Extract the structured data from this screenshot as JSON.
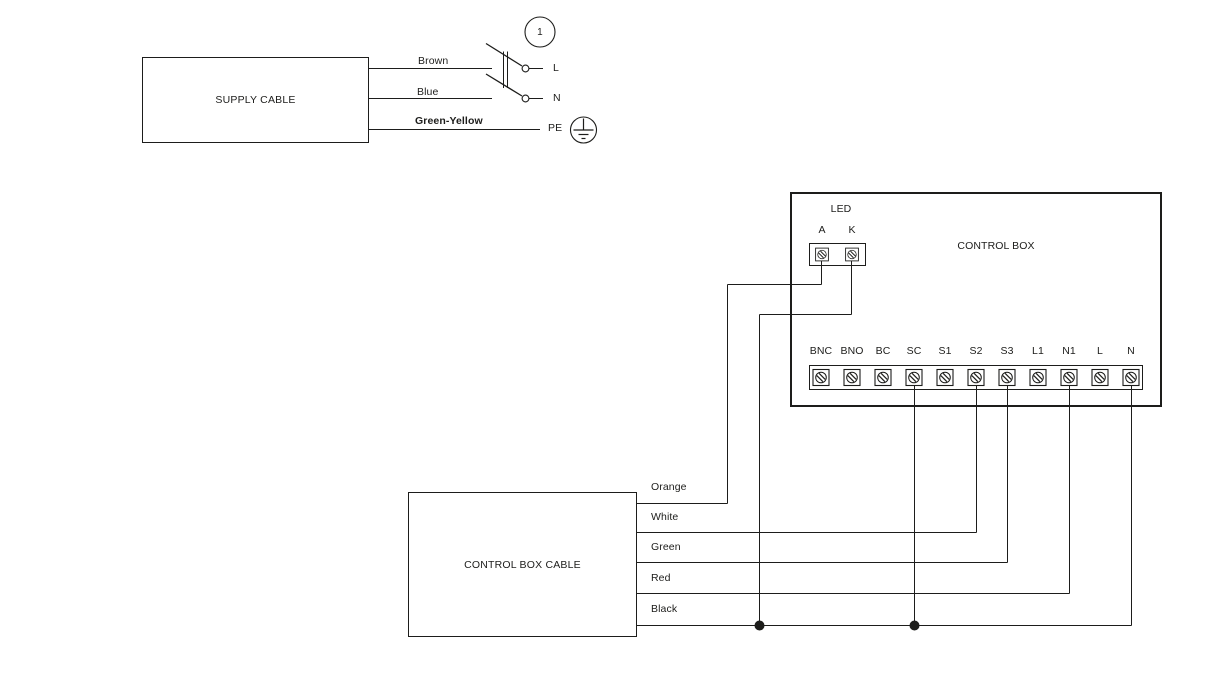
{
  "colors": {
    "line": "#1d1d1b",
    "background": "#ffffff"
  },
  "supply_cable": {
    "title": "SUPPLY CABLE",
    "wires": [
      "Brown",
      "Blue",
      "Green-Yellow"
    ]
  },
  "switch": {
    "ref": "1",
    "terminals": [
      "L",
      "N",
      "PE"
    ]
  },
  "control_box": {
    "title": "CONTROL BOX",
    "led": {
      "title": "LED",
      "terminals": [
        "A",
        "K"
      ]
    },
    "terminals": [
      "BNC",
      "BNO",
      "BC",
      "SC",
      "S1",
      "S2",
      "S3",
      "L1",
      "N1",
      "L",
      "N"
    ]
  },
  "control_box_cable": {
    "title": "CONTROL BOX CABLE",
    "wires": [
      "Orange",
      "White",
      "Green",
      "Red",
      "Black"
    ]
  },
  "connections": [
    {
      "wire": "Brown",
      "from": "SUPPLY CABLE",
      "to": "L via double-pole switch 1"
    },
    {
      "wire": "Blue",
      "from": "SUPPLY CABLE",
      "to": "N via double-pole switch 1"
    },
    {
      "wire": "Green-Yellow",
      "from": "SUPPLY CABLE",
      "to": "PE (protective earth)"
    },
    {
      "wire": "Orange",
      "from": "CONTROL BOX CABLE",
      "to": "LED terminal A"
    },
    {
      "wire": "White",
      "from": "CONTROL BOX CABLE",
      "to": "terminal S2"
    },
    {
      "wire": "Green",
      "from": "CONTROL BOX CABLE",
      "to": "terminal S3"
    },
    {
      "wire": "Red",
      "from": "CONTROL BOX CABLE",
      "to": "terminal N1"
    },
    {
      "wire": "Black",
      "from": "CONTROL BOX CABLE",
      "to": "terminal N, junctions to SC and LED K"
    }
  ]
}
